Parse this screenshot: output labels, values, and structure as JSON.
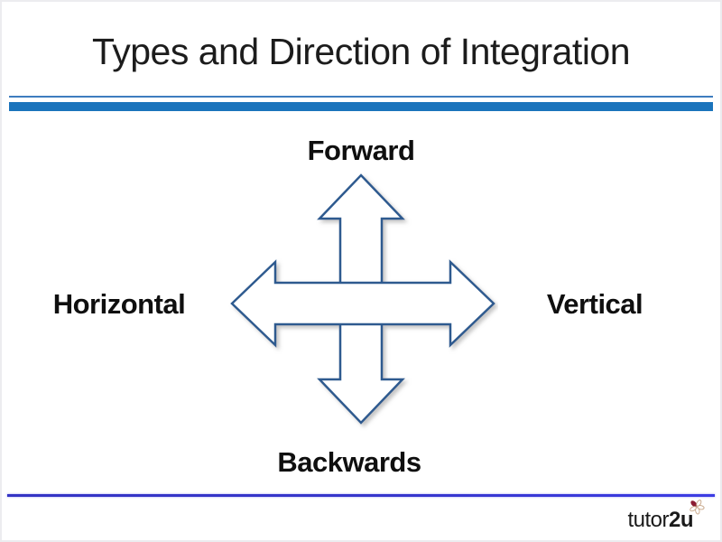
{
  "slide": {
    "title": "Types and Direction of Integration",
    "directions": {
      "forward": "Forward",
      "backwards": "Backwards",
      "horizontal": "Horizontal",
      "vertical": "Vertical"
    },
    "branding": {
      "logo_regular": "tutor",
      "logo_bold": "2u"
    },
    "colors": {
      "header_bar_blue": "#1b74bc",
      "header_thin_rule_blue": "#3f7dbf",
      "footer_line_blue": "#3636cc",
      "arrow_outline": "#2e5a8f",
      "arrow_fill": "#ffffff",
      "title_text": "#1c1c1c",
      "label_text": "#0f0f0f",
      "logo_text": "#1a1a1a",
      "logo_petal_fill": "#8c1d33",
      "logo_petal_stroke": "#c7a687"
    }
  }
}
